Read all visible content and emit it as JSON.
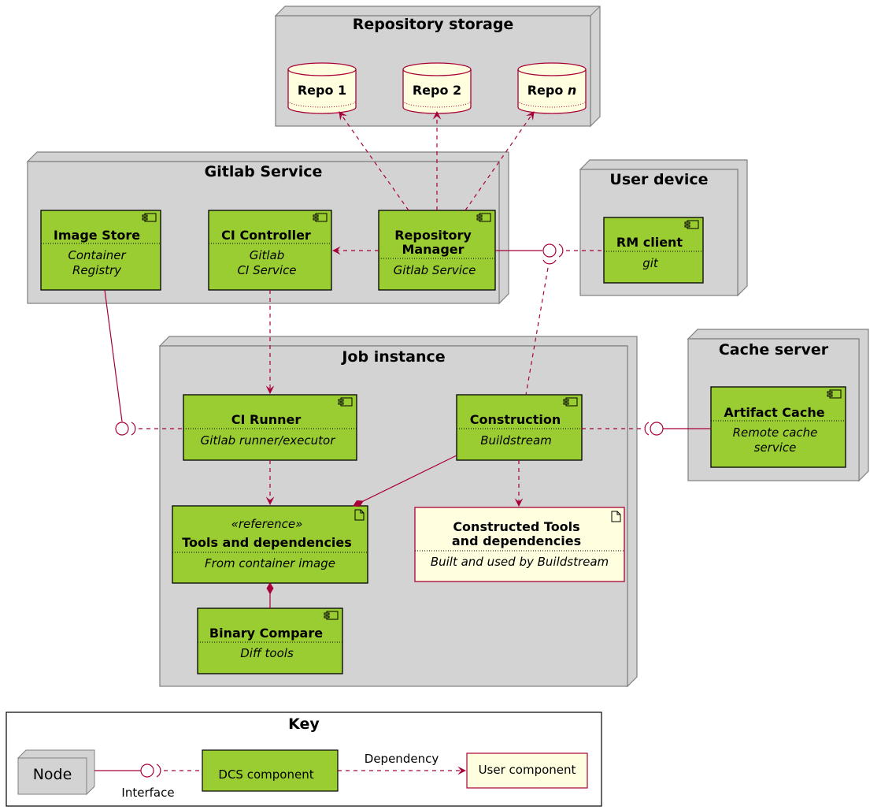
{
  "colors": {
    "node_fill": "#d3d3d3",
    "node_stroke": "#808080",
    "component_fill": "#9acd32",
    "artifact_fill": "#ffffe0",
    "arrow": "#a80036",
    "border": "#000000"
  },
  "repository_storage": {
    "title": "Repository storage",
    "repos": [
      {
        "label": "Repo 1"
      },
      {
        "label": "Repo 2"
      },
      {
        "label_prefix": "Repo ",
        "label_suffix": "n"
      }
    ]
  },
  "gitlab_service": {
    "title": "Gitlab Service",
    "image_store": {
      "name": "Image Store",
      "sub1": "Container",
      "sub2": "Registry"
    },
    "ci_controller": {
      "name": "CI Controller",
      "sub1": "Gitlab",
      "sub2": "CI Service"
    },
    "repository_manager": {
      "name1": "Repository",
      "name2": "Manager",
      "sub": "Gitlab Service"
    }
  },
  "user_device": {
    "title": "User device",
    "rm_client": {
      "name": "RM client",
      "sub": "git"
    }
  },
  "job_instance": {
    "title": "Job instance",
    "ci_runner": {
      "name": "CI Runner",
      "sub": "Gitlab runner/executor"
    },
    "construction": {
      "name": "Construction",
      "sub": "Buildstream"
    },
    "tools": {
      "stereotype": "«reference»",
      "name": "Tools and dependencies",
      "sub": "From container image"
    },
    "constructed_tools": {
      "name1": "Constructed Tools",
      "name2": "and dependencies",
      "sub": "Built and used by Buildstream"
    },
    "binary_compare": {
      "name": "Binary Compare",
      "sub": "Diff tools"
    }
  },
  "cache_server": {
    "title": "Cache server",
    "artifact_cache": {
      "name": "Artifact Cache",
      "sub1": "Remote cache",
      "sub2": "service"
    }
  },
  "key": {
    "title": "Key",
    "node": "Node",
    "interface": "Interface",
    "dcs_component": "DCS component",
    "dependency": "Dependency",
    "user_component": "User component"
  }
}
